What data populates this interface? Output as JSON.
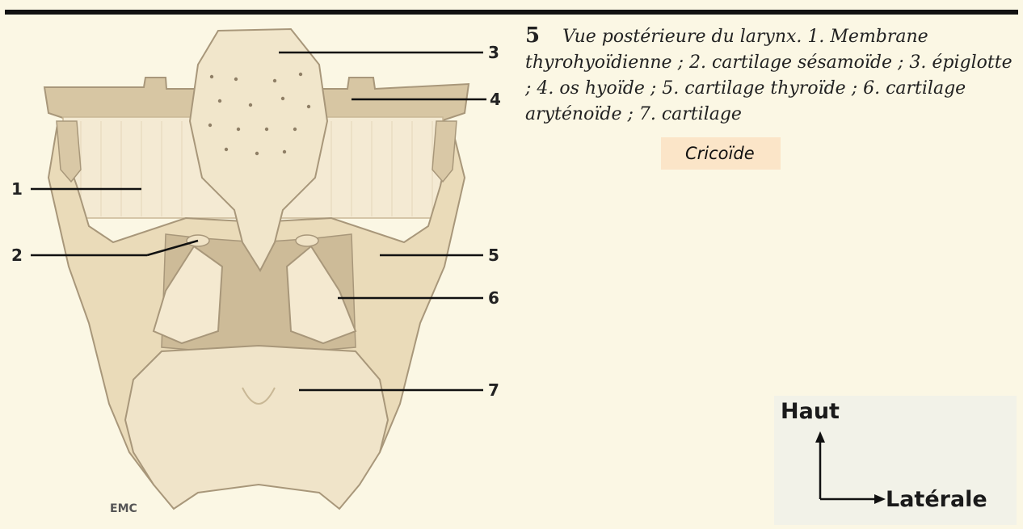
{
  "figure": {
    "watermark": "EMC",
    "labels": [
      "1",
      "2",
      "3",
      "4",
      "5",
      "6",
      "7"
    ]
  },
  "caption": {
    "number": "5",
    "text": "Vue postérieure du larynx. 1. Membrane thyrohyoïdienne ; 2. cartilage sésamoïde ; 3. épiglotte ; 4. os hyoïde ; 5. cartilage thyroïde ; 6. cartilage aryténoïde ; 7. cartilage"
  },
  "annotation": {
    "cricoide": "Cricoïde"
  },
  "orientation": {
    "up": "Haut",
    "lateral": "Latérale"
  },
  "colors": {
    "cartilage": "#eedfbe",
    "shadow": "#b9a888",
    "background": "#fbf7e4"
  }
}
